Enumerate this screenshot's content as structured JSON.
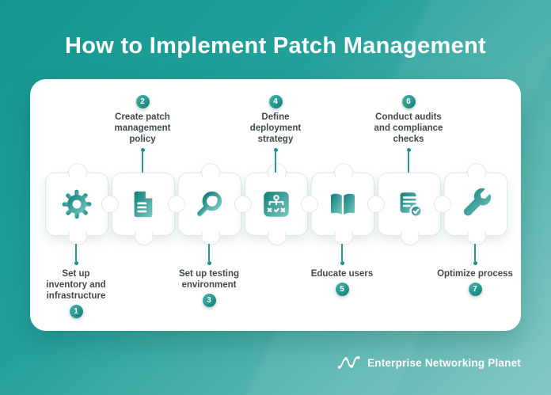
{
  "title": "How to Implement Patch Management",
  "steps": [
    {
      "num": "1",
      "label": "Set up\ninventory and\ninfrastructure",
      "icon": "gear-icon",
      "position": "bottom"
    },
    {
      "num": "2",
      "label": "Create patch\nmanagement\npolicy",
      "icon": "document-icon",
      "position": "top"
    },
    {
      "num": "3",
      "label": "Set up testing\nenvironment",
      "icon": "magnifier-icon",
      "position": "bottom"
    },
    {
      "num": "4",
      "label": "Define\ndeployment\nstrategy",
      "icon": "strategy-icon",
      "position": "top"
    },
    {
      "num": "5",
      "label": "Educate users",
      "icon": "open-book-icon",
      "position": "bottom"
    },
    {
      "num": "6",
      "label": "Conduct audits\nand compliance\nchecks",
      "icon": "document-check-icon",
      "position": "top"
    },
    {
      "num": "7",
      "label": "Optimize process",
      "icon": "wrench-icon",
      "position": "bottom"
    }
  ],
  "footer": {
    "brand": "Enterprise Networking Planet"
  },
  "colors": {
    "background_gradient": [
      "#13978f",
      "#86c8c3"
    ],
    "icon_gradient": [
      "#0e7d77",
      "#7ccac3"
    ],
    "accent_teal": "#2d9a93",
    "label_text": "#3f4a4f",
    "card": "#ffffff"
  }
}
